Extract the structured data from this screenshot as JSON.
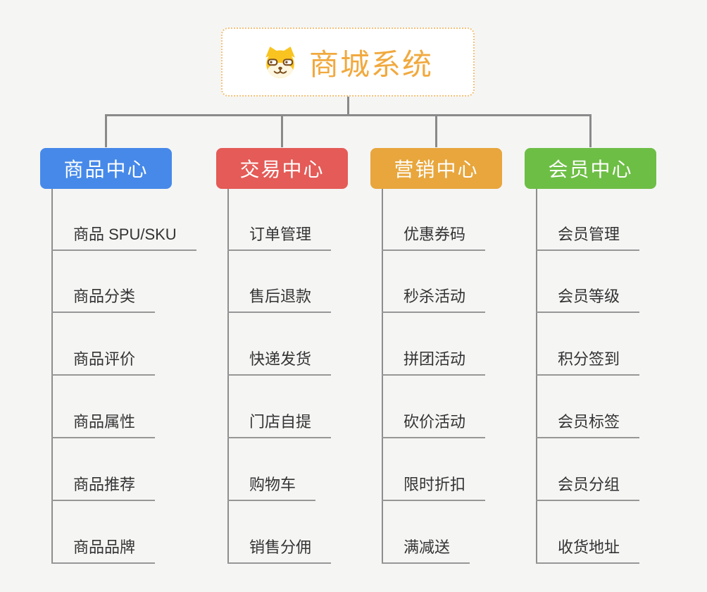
{
  "root": {
    "title": "商城系统",
    "icon": "dog-face-icon"
  },
  "branches": [
    {
      "id": "product",
      "label": "商品中心",
      "color": "#4689e9",
      "children": [
        "商品 SPU/SKU",
        "商品分类",
        "商品评价",
        "商品属性",
        "商品推荐",
        "商品品牌"
      ]
    },
    {
      "id": "trade",
      "label": "交易中心",
      "color": "#e45b57",
      "children": [
        "订单管理",
        "售后退款",
        "快递发货",
        "门店自提",
        "购物车",
        "销售分佣"
      ]
    },
    {
      "id": "marketing",
      "label": "营销中心",
      "color": "#e8a63c",
      "children": [
        "优惠券码",
        "秒杀活动",
        "拼团活动",
        "砍价活动",
        "限时折扣",
        "满减送"
      ]
    },
    {
      "id": "member",
      "label": "会员中心",
      "color": "#6dbe45",
      "children": [
        "会员管理",
        "会员等级",
        "积分签到",
        "会员标签",
        "会员分组",
        "收货地址"
      ]
    }
  ],
  "colors": {
    "background": "#f5f5f4",
    "connector_line": "#8a8a8a",
    "child_underline": "#979797",
    "root_accent": "#f1a93e",
    "root_border": "#f3c178",
    "child_text": "#333333"
  }
}
